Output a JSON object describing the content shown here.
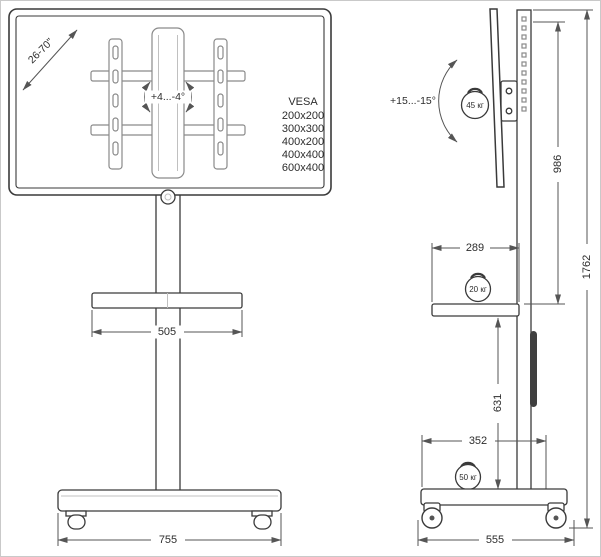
{
  "colors": {
    "ink": "#3a3a3a",
    "dim": "#555555",
    "txt": "#2d2d2d"
  },
  "diagram": {
    "front_view": {
      "screen_size_range": "26-70\"",
      "swivel_angle": "+4...-4°",
      "vesa": {
        "title": "VESA",
        "sizes": [
          "200x200",
          "300x300",
          "400x200",
          "400x400",
          "600x400"
        ]
      },
      "dims": {
        "shelf_width": "505",
        "base_width": "755"
      }
    },
    "side_view": {
      "tilt_angle": "+15...-15°",
      "weights": {
        "screen": "45 кг",
        "shelf": "20 кг",
        "base": "50 кг"
      },
      "dims": {
        "tv_height": "986",
        "total_height": "1762",
        "shelf_depth": "289",
        "shelf_height": "631",
        "wheelbase": "352",
        "base_depth": "555"
      }
    }
  }
}
